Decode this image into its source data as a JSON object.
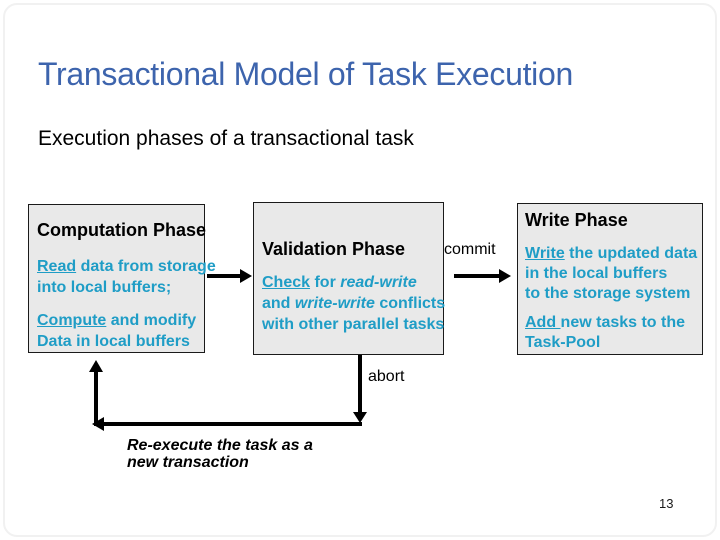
{
  "slide": {
    "title": "Transactional Model of Task Execution",
    "subtitle": "Execution phases of a transactional task",
    "page_number": "13"
  },
  "colors": {
    "title_blue": "#3d64ad",
    "body_cyan": "#1f9dc6",
    "box_fill": "#e9e9e9",
    "box_border": "#1a1a1a",
    "arrow_black": "#000000"
  },
  "boxes": [
    {
      "id": "computation",
      "heading": "Computation Phase",
      "paragraphs": [
        [
          {
            "t": "Read",
            "u": true
          },
          {
            "t": " data from storage"
          },
          {
            "br": true
          },
          {
            "t": "into local buffers;"
          }
        ],
        [
          {
            "t": "Compute",
            "u": true
          },
          {
            "t": " and modify"
          },
          {
            "br": true
          },
          {
            "t": "Data in local buffers"
          }
        ]
      ]
    },
    {
      "id": "validation",
      "heading": "Validation Phase",
      "paragraphs": [
        [
          {
            "t": "Check",
            "u": true
          },
          {
            "t": " for "
          },
          {
            "t": "read-write",
            "i": true
          },
          {
            "br": true
          },
          {
            "t": "and "
          },
          {
            "t": "write-write",
            "i": true
          },
          {
            "t": " conflicts"
          },
          {
            "br": true
          },
          {
            "t": "with other parallel tasks"
          }
        ]
      ]
    },
    {
      "id": "write",
      "heading": "Write Phase",
      "paragraphs": [
        [
          {
            "t": "Write",
            "u": true
          },
          {
            "t": " the updated data"
          },
          {
            "br": true
          },
          {
            "t": "in the local buffers"
          },
          {
            "br": true
          },
          {
            "t": "to the storage system"
          }
        ],
        [
          {
            "t": "Add ",
            "u": true
          },
          {
            "t": "new tasks to the"
          },
          {
            "br": true
          },
          {
            "t": "Task-Pool"
          }
        ]
      ]
    }
  ],
  "labels": {
    "commit": "commit",
    "abort": "abort",
    "reexecute_line1": "Re-execute the task as a",
    "reexecute_line2": "new transaction"
  }
}
